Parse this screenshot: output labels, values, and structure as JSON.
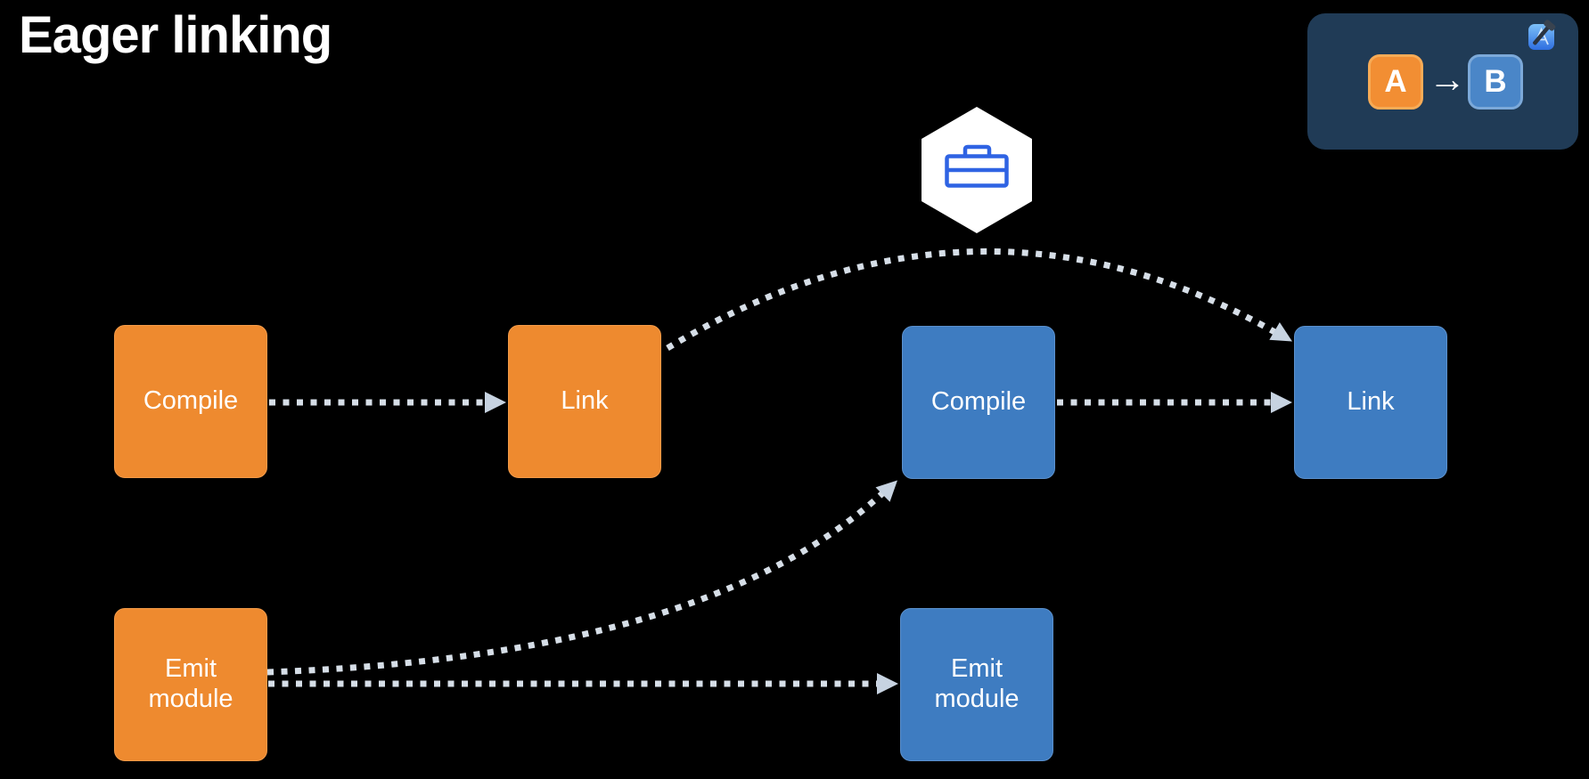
{
  "title": "Eager linking",
  "legend": {
    "source_label": "A",
    "arrow_glyph": "→",
    "target_label": "B",
    "app_icon": "xcode-app-icon",
    "panel_color": "#203B56",
    "source_color": "#F28E33",
    "target_color": "#4A86C8"
  },
  "badge": {
    "shape": "hexagon",
    "icon": "briefcase-icon",
    "background": "#FFFFFF",
    "icon_color": "#2F63E3"
  },
  "pipeline_a": {
    "name": "module-a",
    "color": "#EE8A2F",
    "stages": [
      "Compile",
      "Link",
      "Emit module"
    ]
  },
  "pipeline_b": {
    "name": "module-b",
    "color": "#3E7CC1",
    "stages": [
      "Compile",
      "Link",
      "Emit module"
    ]
  },
  "edges": [
    {
      "from": "a-compile",
      "to": "a-link",
      "style": "dotted"
    },
    {
      "from": "a-link",
      "to": "b-link",
      "style": "dotted-curved-over-badge"
    },
    {
      "from": "b-compile",
      "to": "b-link",
      "style": "dotted"
    },
    {
      "from": "a-emit-module",
      "to": "b-compile",
      "style": "dotted-curved"
    },
    {
      "from": "a-emit-module",
      "to": "b-emit-module",
      "style": "dotted"
    }
  ],
  "edge_color": "#D6DEE7",
  "arrowhead_color": "#C7D3E1"
}
